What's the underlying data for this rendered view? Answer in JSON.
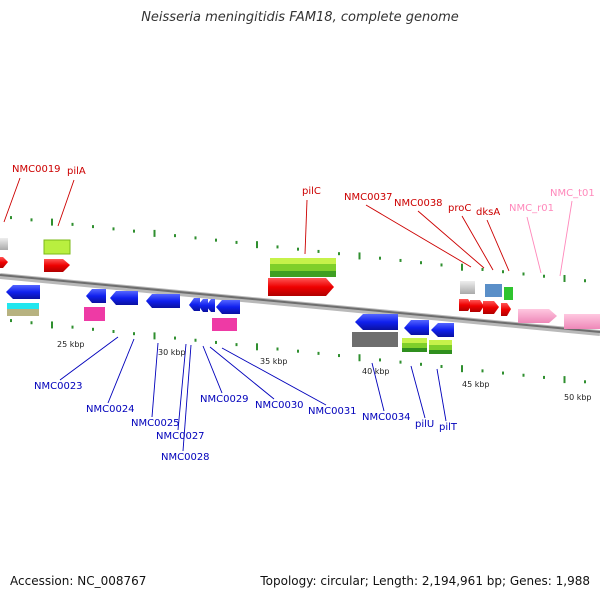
{
  "title": "Neisseria meningitidis FAM18, complete genome",
  "accession": "Accession: NC_008767",
  "summary": "Topology: circular; Length: 2,194,961 bp; Genes: 1,988",
  "colors": {
    "forward_label": "#cc0000",
    "reverse_label": "#0000bb",
    "rna_label": "#ff88bb",
    "backbone": "#8c8c8c",
    "tick": "#2f8f2f"
  },
  "scale_labels": [
    "25 kbp",
    "30 kbp",
    "35 kbp",
    "40 kbp",
    "45 kbp",
    "50 kbp"
  ],
  "forward_genes": [
    {
      "name": "NMC0019"
    },
    {
      "name": "pilA"
    },
    {
      "name": "pilC"
    },
    {
      "name": "NMC0037"
    },
    {
      "name": "NMC0038"
    },
    {
      "name": "proC"
    },
    {
      "name": "dksA"
    }
  ],
  "rna_genes": [
    {
      "name": "NMC_r01"
    },
    {
      "name": "NMC_t01"
    }
  ],
  "reverse_genes": [
    {
      "name": "NMC0023"
    },
    {
      "name": "NMC0024"
    },
    {
      "name": "NMC0025"
    },
    {
      "name": "NMC0027"
    },
    {
      "name": "NMC0028"
    },
    {
      "name": "NMC0029"
    },
    {
      "name": "NMC0030"
    },
    {
      "name": "NMC0031"
    },
    {
      "name": "NMC0034"
    },
    {
      "name": "pilU"
    },
    {
      "name": "pilT"
    }
  ]
}
